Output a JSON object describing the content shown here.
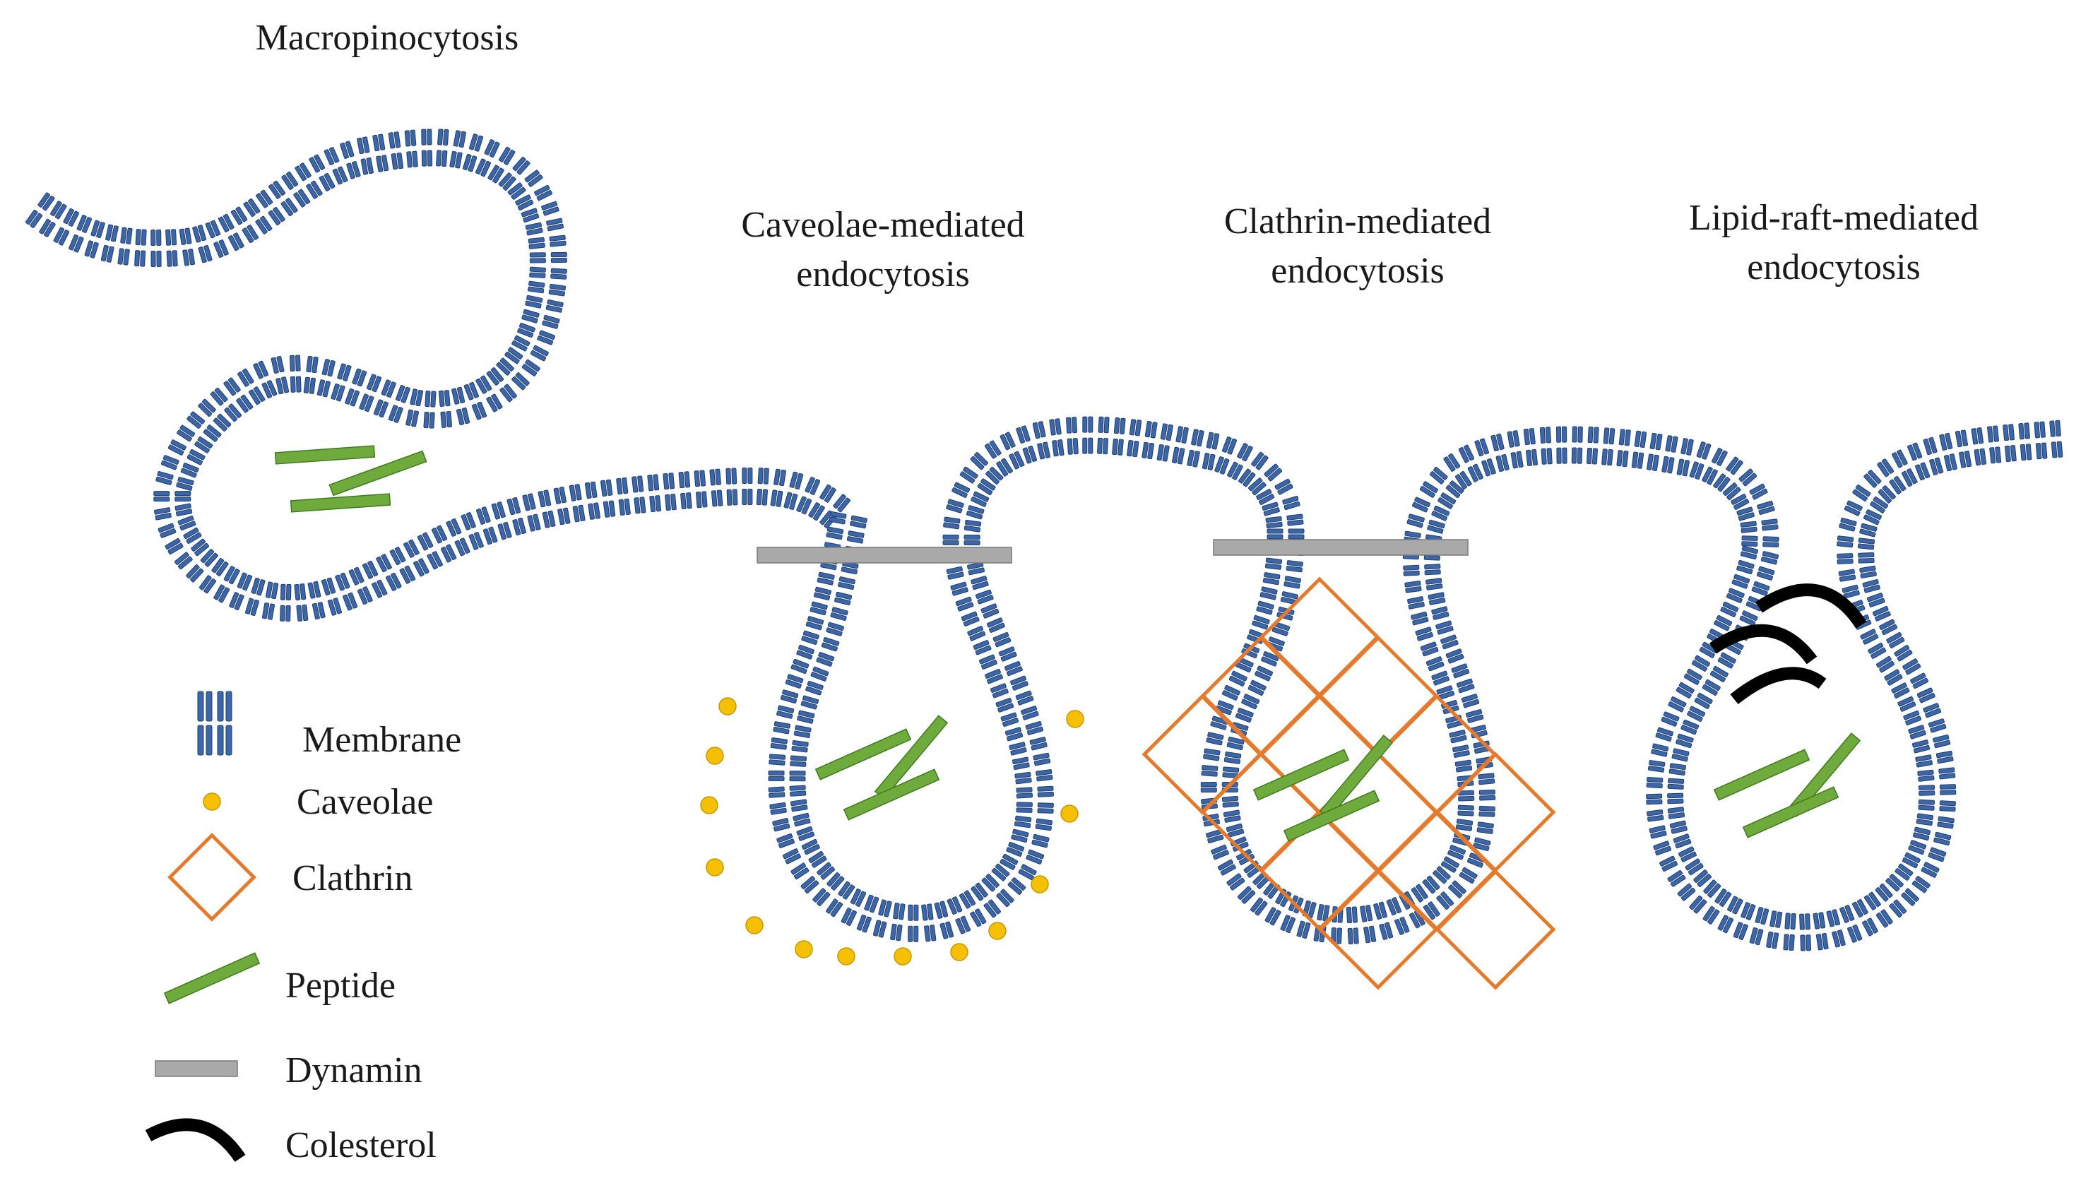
{
  "titles": {
    "macro": "Macropinocytosis",
    "caveolae_line1": "Caveolae-mediated",
    "caveolae_line2": "endocytosis",
    "clathrin_line1": "Clathrin-mediated",
    "clathrin_line2": "endocytosis",
    "lipid_line1": "Lipid-raft-mediated",
    "lipid_line2": "endocytosis"
  },
  "legend": {
    "membrane": "Membrane",
    "caveolae": "Caveolae",
    "clathrin": "Clathrin",
    "peptide": "Peptide",
    "dynamin": "Dynamin",
    "colesterol": "Colesterol"
  },
  "colors": {
    "membrane_fill": "#3d66a6",
    "membrane_stroke": "#1f3f74",
    "caveolae": "#f5c000",
    "caveolae_stroke": "#c99700",
    "clathrin": "#e57a2c",
    "peptide": "#6faa3c",
    "peptide_stroke": "#3f7a1e",
    "dynamin": "#a9a9a9",
    "dynamin_stroke": "#7a7a7a",
    "colesterol": "#000000"
  }
}
